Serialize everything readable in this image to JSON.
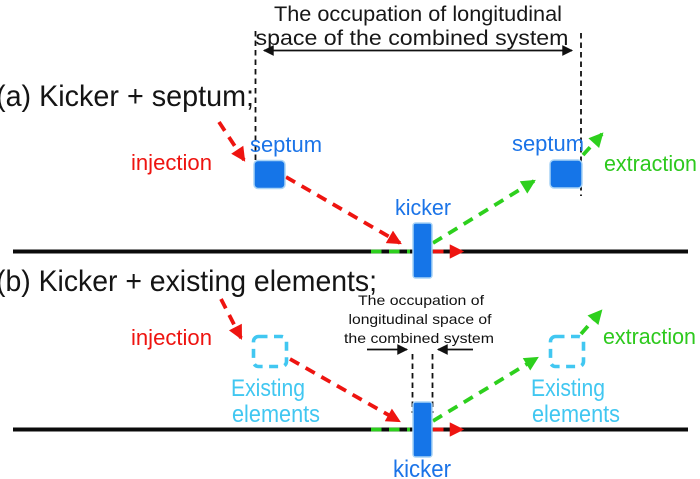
{
  "figure": {
    "top_annotation": {
      "line1": "The occupation of longitudinal",
      "line2": "space of the combined system"
    },
    "panel_a": {
      "label": "(a) Kicker + septum;",
      "injection_label": "injection",
      "extraction_label": "extraction",
      "septum_left_label": "septum",
      "septum_right_label": "septum",
      "kicker_label": "kicker"
    },
    "panel_b": {
      "label": "(b) Kicker + existing elements;",
      "annotation": {
        "line1": "The occupation of",
        "line2": "longitudinal space of",
        "line3": "the combined system"
      },
      "injection_label": "injection",
      "extraction_label": "extraction",
      "existing_left": {
        "line1": "Existing",
        "line2": "elements"
      },
      "existing_right": {
        "line1": "Existing",
        "line2": "elements"
      },
      "kicker_label": "kicker"
    },
    "colors": {
      "element_blue": "#1575e8",
      "label_blue": "#1b74e8",
      "injection_red": "#ee1410",
      "extraction_green": "#2dd01d",
      "existing_cyan": "#41c7f1",
      "line_black": "#0b0b0b"
    }
  }
}
